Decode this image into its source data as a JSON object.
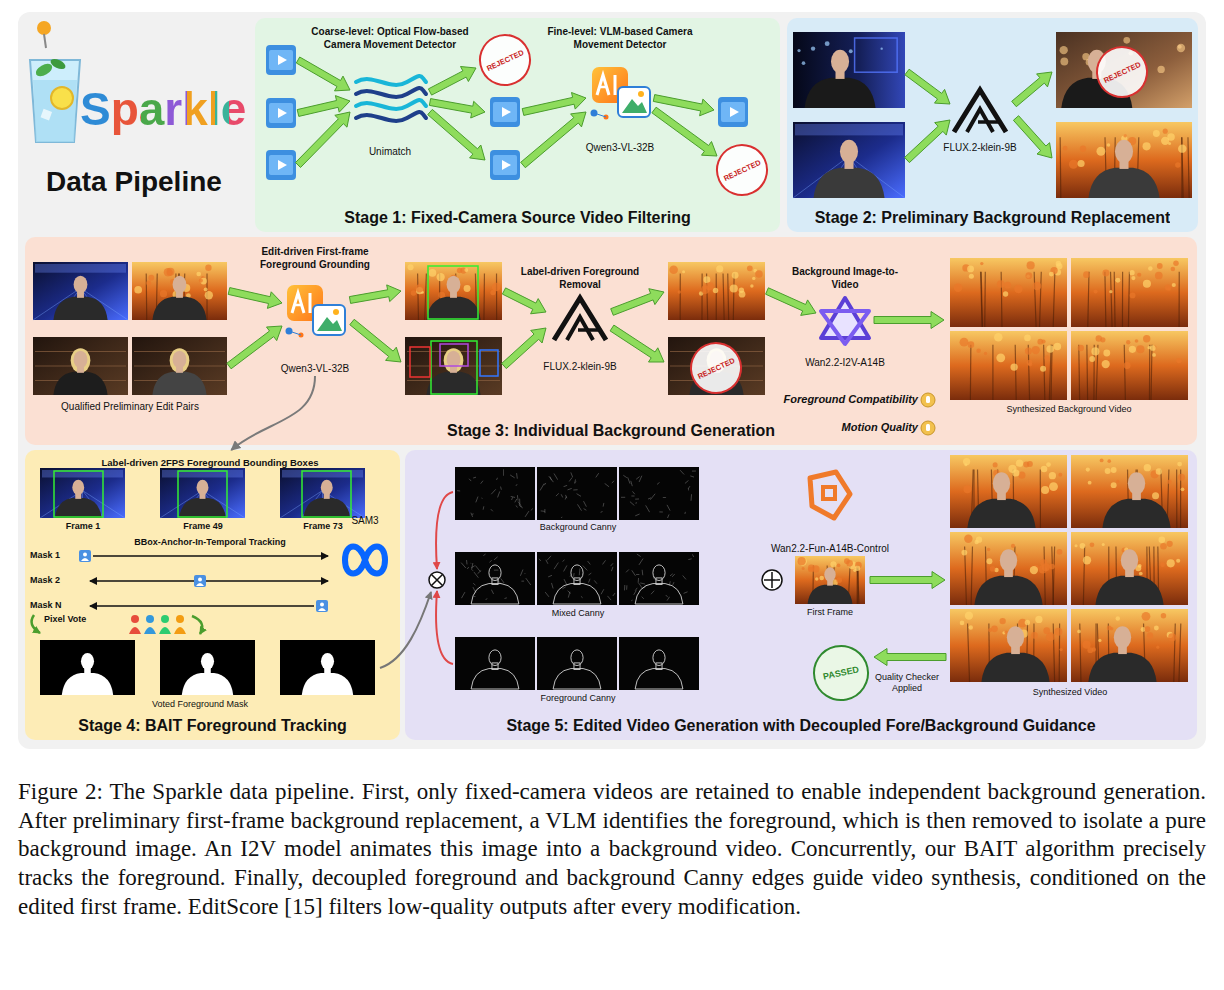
{
  "diagram": {
    "title": "Data Pipeline",
    "caption": "Figure 2: The Sparkle data pipeline. First, only fixed-camera videos are retained to enable independent background generation. After preliminary first-frame background replacement, a VLM identifies the foreground, which is then removed to isolate a pure background image. An I2V model animates this image into a background video. Concurrently, our BAIT algorithm precisely tracks the foreground. Finally, decoupled foreground and background Canny edges guide video synthesis, conditioned on the edited first frame. EditScore [15] filters low-quality outputs after every modification.",
    "nodes": [
      {
        "text": [
          "Stage 1: Fixed-Camera Source Video Filtering"
        ]
      },
      {
        "text": [
          "Coarse-level: Optical Flow-based Camera Movement Detector",
          "Unimatch"
        ],
        "in": 0
      },
      {
        "text": [
          "Fine-level: VLM-based Camera Movement Detector",
          "Qwen3-VL-32B"
        ],
        "in": 0
      },
      {
        "text": [
          "Stage 2: Preliminary Background Replacement"
        ]
      },
      {
        "text": [
          "FLUX.2-klein-9B"
        ],
        "in": 3
      },
      {
        "text": [
          "Stage 3: Individual Background Generation"
        ]
      },
      {
        "text": [
          "Edit-driven First-frame Foreground Grounding",
          "Qwen3-VL-32B"
        ],
        "in": 5
      },
      {
        "text": [
          "Label-driven Foreground Removal",
          "FLUX.2-klein-9B"
        ],
        "in": 5
      },
      {
        "text": [
          "Background Image-to-Video",
          "Wan2.2-I2V-A14B"
        ],
        "in": 5
      },
      {
        "text": [
          "Stage 4: BAIT Foreground Tracking"
        ]
      },
      {
        "text": [
          "SAM3"
        ],
        "in": 9
      },
      {
        "text": [
          "Stage 5: Edited Video Generation with Decoupled Fore/Background Guidance"
        ]
      },
      {
        "text": [
          "Wan2.2-Fun-A14B-Control"
        ],
        "in": 11
      },
      {
        "text": [
          "PASSED"
        ],
        "in": 11
      }
    ],
    "edges": [
      {
        "from": 6,
        "to": 9,
        "arrow": "to"
      }
    ],
    "labels": [
      "Sparkle",
      "REJECTED",
      "REJECTED",
      "REJECTED",
      "Qualified Preliminary Edit Pairs",
      "REJECTED",
      "Foreground Compatibility",
      "Motion Quality",
      "Synthesized Background Video",
      "Label-driven 2FPS Foreground Bounding Boxes",
      "Frame 1",
      "Frame 49",
      "Frame 73",
      "BBox-Anchor-In-Temporal Tracking",
      "Mask 1",
      "Mask 2",
      "Mask N",
      "Pixel Vote",
      "Voted Foreground Mask",
      "Background Canny",
      "Mixed Canny",
      "Foreground Canny",
      "First Frame",
      "Synthesized Video",
      "Quality Checker Applied"
    ]
  }
}
